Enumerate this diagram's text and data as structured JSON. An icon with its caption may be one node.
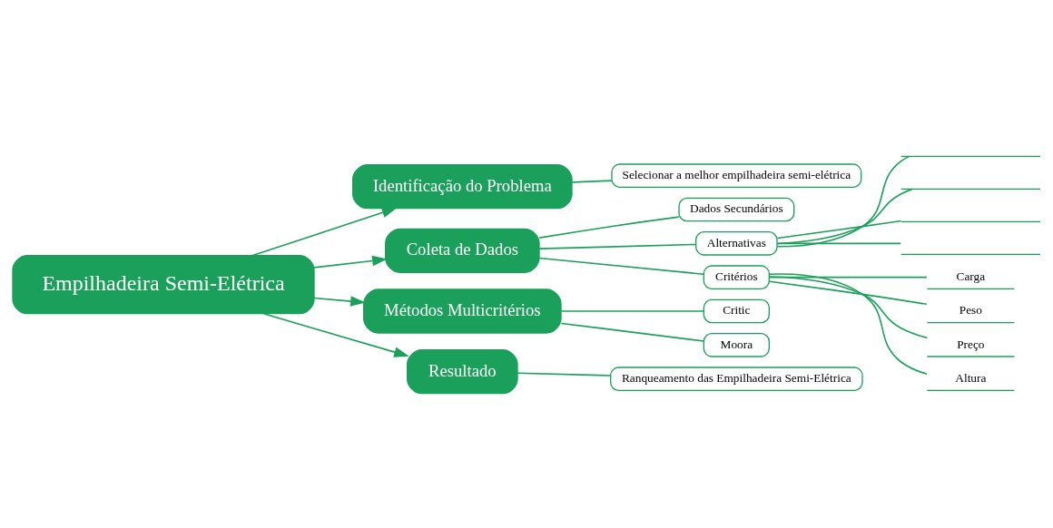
{
  "diagram": {
    "nodes": [
      {
        "text": [
          "Empilhadeira Semi-Elétrica"
        ]
      },
      {
        "text": [
          "Identificação do Problema"
        ]
      },
      {
        "text": [
          "Selecionar a melhor empilhadeira semi-elétrica"
        ]
      },
      {
        "text": [
          "Coleta de Dados"
        ]
      },
      {
        "text": [
          "Dados Secundários"
        ]
      },
      {
        "text": [
          "Alternativas"
        ]
      },
      {
        "text": [],
        "shape": "bar"
      },
      {
        "text": [],
        "shape": "bar"
      },
      {
        "text": [],
        "shape": "bar"
      },
      {
        "text": [],
        "shape": "bar"
      },
      {
        "text": [
          "Critérios"
        ]
      },
      {
        "text": [
          "Carga"
        ]
      },
      {
        "text": [
          "Peso"
        ]
      },
      {
        "text": [
          "Preço"
        ]
      },
      {
        "text": [
          "Altura"
        ]
      },
      {
        "text": [
          "Métodos Multicritérios"
        ]
      },
      {
        "text": [
          "Critic"
        ]
      },
      {
        "text": [
          "Moora"
        ]
      },
      {
        "text": [
          "Resultado"
        ]
      },
      {
        "text": [
          "Ranqueamento das Empilhadeira Semi-Elétrica"
        ]
      }
    ],
    "edges": [
      {
        "from": 0,
        "to": 1,
        "arrow": "to"
      },
      {
        "from": 1,
        "to": 2,
        "arrow": "none"
      },
      {
        "from": 0,
        "to": 3,
        "arrow": "to"
      },
      {
        "from": 3,
        "to": 4,
        "arrow": "none"
      },
      {
        "from": 3,
        "to": 5,
        "arrow": "none"
      },
      {
        "from": 5,
        "to": 6,
        "arrow": "none"
      },
      {
        "from": 5,
        "to": 7,
        "arrow": "none"
      },
      {
        "from": 5,
        "to": 8,
        "arrow": "none"
      },
      {
        "from": 5,
        "to": 9,
        "arrow": "none"
      },
      {
        "from": 3,
        "to": 10,
        "arrow": "none"
      },
      {
        "from": 10,
        "to": 11,
        "arrow": "none"
      },
      {
        "from": 10,
        "to": 12,
        "arrow": "none"
      },
      {
        "from": 10,
        "to": 13,
        "arrow": "none"
      },
      {
        "from": 10,
        "to": 14,
        "arrow": "none"
      },
      {
        "from": 0,
        "to": 15,
        "arrow": "to"
      },
      {
        "from": 15,
        "to": 16,
        "arrow": "none"
      },
      {
        "from": 15,
        "to": 17,
        "arrow": "none"
      },
      {
        "from": 0,
        "to": 18,
        "arrow": "to"
      },
      {
        "from": 18,
        "to": 19,
        "arrow": "none"
      }
    ]
  }
}
